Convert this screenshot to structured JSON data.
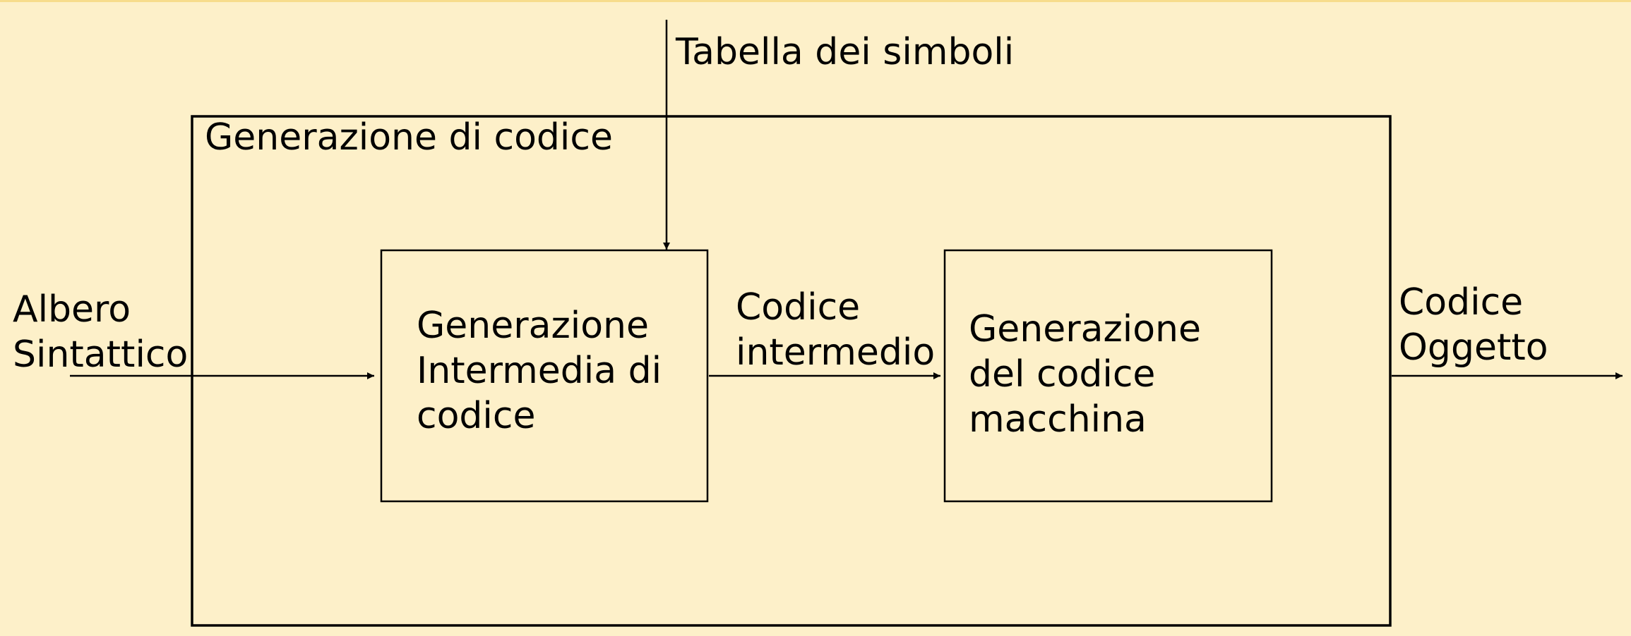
{
  "diagram": {
    "outer_block": {
      "label": "Generazione di codice"
    },
    "input": {
      "label": "Albero\nSintattico"
    },
    "symbol_table": {
      "label": "Tabella dei simboli"
    },
    "intermediate_block": {
      "label": "Generazione\nIntermedia di\ncodice"
    },
    "intermediate_code": {
      "label": "Codice\nintermedio"
    },
    "machine_block": {
      "label": "Generazione\ndel codice\nmacchina"
    },
    "output": {
      "label": "Codice\nOggetto"
    }
  },
  "colors": {
    "background": "#fdf0c9",
    "stroke": "#000000"
  }
}
